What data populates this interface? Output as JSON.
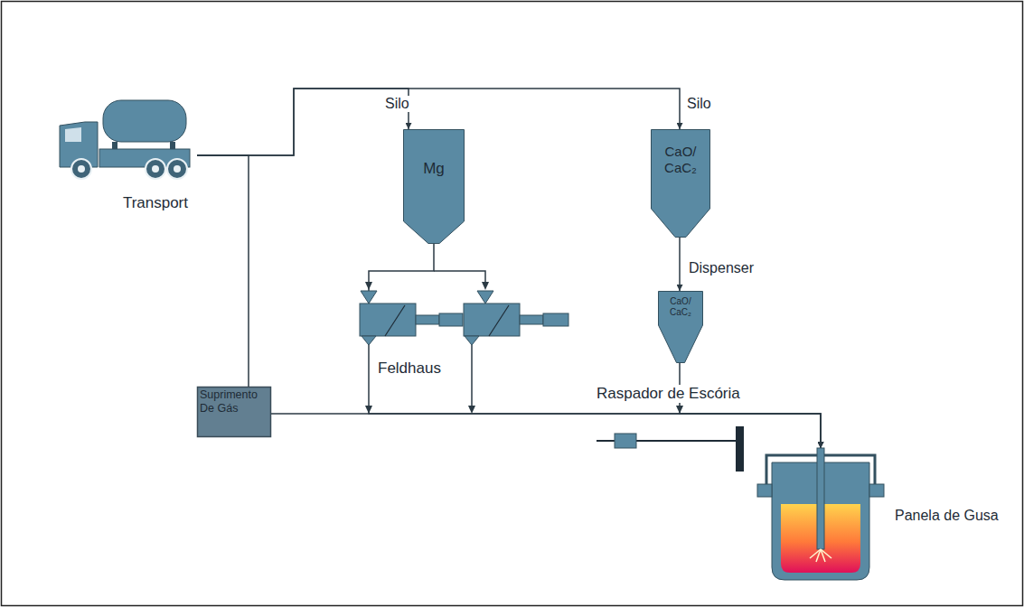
{
  "diagram": {
    "nodes": [
      {
        "text": [
          "Transport"
        ]
      },
      {
        "text": [
          "Mg"
        ]
      },
      {
        "text": [
          "CaO/CaC₂"
        ]
      },
      {
        "text": [
          "CaO/CaC₂"
        ]
      },
      {
        "text": [
          "Suprimento De Gás"
        ]
      },
      {
        "text": [
          "Panela de Gusa"
        ]
      }
    ],
    "edges": [
      {
        "from": 0,
        "to": 1,
        "label": "Silo",
        "arrow": "to"
      },
      {
        "from": 0,
        "to": 2,
        "label": "Silo",
        "arrow": "to"
      },
      {
        "from": 0,
        "to": 4,
        "arrow": "none"
      },
      {
        "from": 2,
        "to": 3,
        "label": "Dispenser",
        "arrow": "to"
      },
      {
        "from": 1,
        "to": 5,
        "arrow": "to"
      },
      {
        "from": 4,
        "to": 5,
        "arrow": "to"
      },
      {
        "from": 3,
        "to": 5,
        "arrow": "to"
      }
    ],
    "labels": [
      "Feldhaus",
      "Raspador de Escória"
    ]
  }
}
